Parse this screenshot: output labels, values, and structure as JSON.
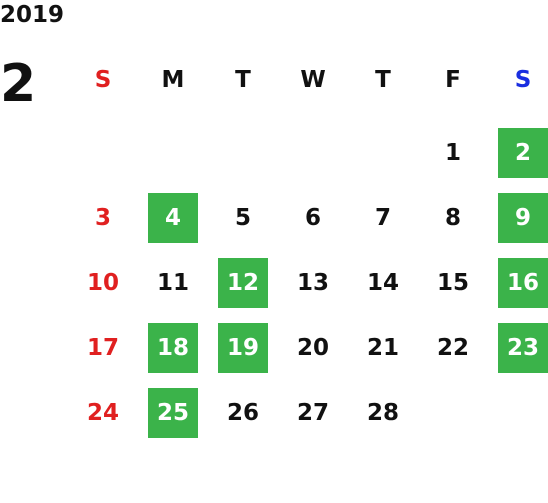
{
  "calendar": {
    "year": "2019",
    "month": "2",
    "weekdays": [
      "S",
      "M",
      "T",
      "W",
      "T",
      "F",
      "S"
    ],
    "colors": {
      "sunday": "#e02020",
      "saturday_header": "#1a2ee0",
      "highlight_bg": "#3bb34a",
      "text": "#111111"
    },
    "weeks": [
      [
        null,
        null,
        null,
        null,
        null,
        {
          "day": "1",
          "hl": false
        },
        {
          "day": "2",
          "hl": true
        }
      ],
      [
        {
          "day": "3",
          "hl": false
        },
        {
          "day": "4",
          "hl": true
        },
        {
          "day": "5",
          "hl": false
        },
        {
          "day": "6",
          "hl": false
        },
        {
          "day": "7",
          "hl": false
        },
        {
          "day": "8",
          "hl": false
        },
        {
          "day": "9",
          "hl": true
        }
      ],
      [
        {
          "day": "10",
          "hl": false
        },
        {
          "day": "11",
          "hl": false
        },
        {
          "day": "12",
          "hl": true
        },
        {
          "day": "13",
          "hl": false
        },
        {
          "day": "14",
          "hl": false
        },
        {
          "day": "15",
          "hl": false
        },
        {
          "day": "16",
          "hl": true
        }
      ],
      [
        {
          "day": "17",
          "hl": false
        },
        {
          "day": "18",
          "hl": true
        },
        {
          "day": "19",
          "hl": true
        },
        {
          "day": "20",
          "hl": false
        },
        {
          "day": "21",
          "hl": false
        },
        {
          "day": "22",
          "hl": false
        },
        {
          "day": "23",
          "hl": true
        }
      ],
      [
        {
          "day": "24",
          "hl": false
        },
        {
          "day": "25",
          "hl": true
        },
        {
          "day": "26",
          "hl": false
        },
        {
          "day": "27",
          "hl": false
        },
        {
          "day": "28",
          "hl": false
        },
        null,
        null
      ]
    ]
  }
}
